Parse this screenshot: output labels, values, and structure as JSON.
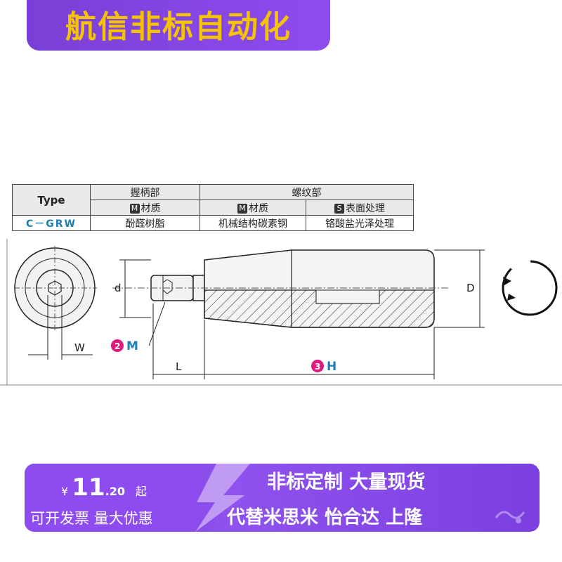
{
  "banner": {
    "title": "航信非标自动化"
  },
  "table": {
    "type_header": "Type",
    "grip_header": "握柄部",
    "thread_header": "螺纹部",
    "grip_material_header": "材质",
    "thread_material_header": "材质",
    "thread_surface_header": "表面处理",
    "m_badge": "M",
    "s_badge": "S",
    "row": {
      "code": "C－GRW",
      "grip_material": "酚醛树脂",
      "thread_material": "机械结构碳素钢",
      "surface": "铬酸盐光泽处理"
    }
  },
  "drawing": {
    "label_d": "d",
    "label_D": "D",
    "label_W": "W",
    "label_L": "L",
    "label_M_num": "2",
    "label_M": "M",
    "label_H_num": "3",
    "label_H": "H"
  },
  "promo": {
    "currency": "¥",
    "price_int": "11",
    "price_dec": ".20",
    "price_suffix": "起",
    "invoice": "可开发票 量大优惠",
    "line1": "非标定制 大量现货",
    "line2": "代替米思米 怡合达 上隆"
  },
  "colors": {
    "banner_bg": "#8648e8",
    "banner_text": "#f5c400",
    "promo_bg": "#7b3fe0",
    "table_code": "#1c7fb8",
    "marker": "#e0197d"
  }
}
